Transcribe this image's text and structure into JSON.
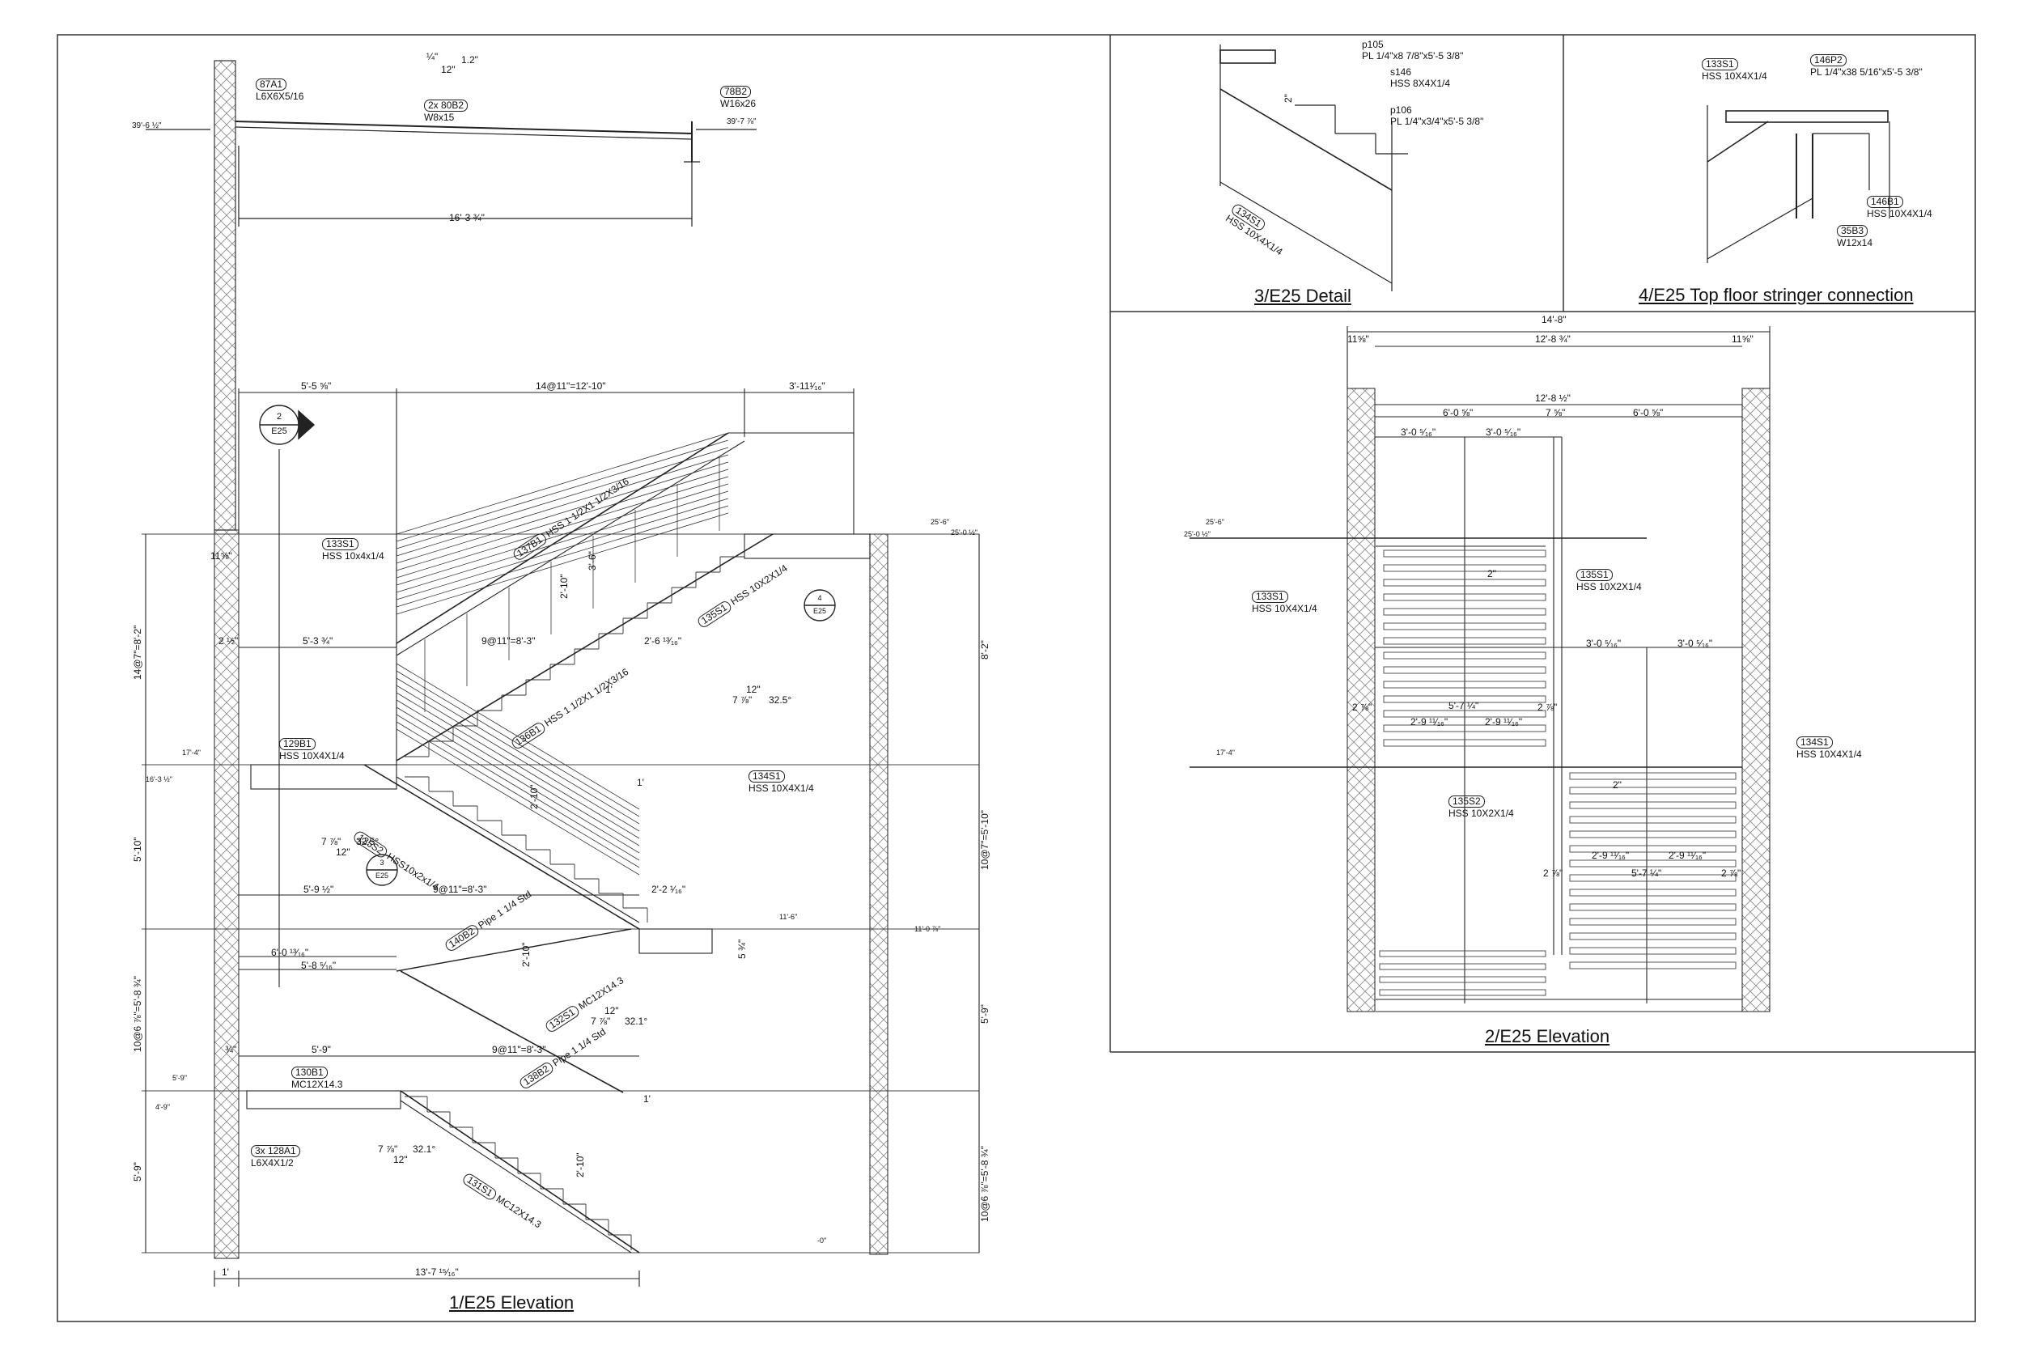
{
  "titles": {
    "elev1": "1/E25 Elevation",
    "detail3": "3/E25 Detail",
    "detail4": "4/E25 Top floor stringer connection",
    "elev2": "2/E25 Elevation"
  },
  "top_beam": {
    "slope_v": "¼\"",
    "slope_h": "12\"",
    "slope_val": "1.2\"",
    "tag_left": "87A1",
    "tag_left_sub": "L6X6X5/16",
    "tag_mid": "2x 80B2",
    "tag_mid_sub": "W8x15",
    "tag_right": "78B2",
    "tag_right_sub": "W16x26",
    "elev_left": "39'-6 ½\"",
    "elev_right": "39'-7 ⅞\"",
    "span": "16'-3 ¾\""
  },
  "elev1": {
    "dims_top": [
      "5'-5 ⅝\"",
      "14@11\"=12'-10\"",
      "3'-11¹⁄₁₆\""
    ],
    "bubble2_num": "2",
    "bubble2_sheet": "E25",
    "bubble4_num": "4",
    "bubble4_sheet": "E25",
    "bubble3_num": "3",
    "bubble3_sheet": "E25",
    "wall_dim": "11⅝\"",
    "tags": {
      "t133S1": "133S1",
      "t133S1_sub": "HSS 10x4x1/4",
      "t137B1": "137B1",
      "t137B1_sub": "HSS 1 1/2X1 1/2X3/16",
      "t135S1": "135S1",
      "t135S1_sub": "HSS 10X2X1/4",
      "t136B1": "136B1",
      "t136B1_sub": "HSS 1 1/2X1 1/2X3/16",
      "t129B1": "129B1",
      "t129B1_sub": "HSS 10X4X1/4",
      "t134S1": "134S1",
      "t134S1_sub": "HSS 10X4X1/4",
      "t135S2": "135S2",
      "t135S2_sub": "HSS10x2x1/4",
      "t140B2": "140B2",
      "t140B2_sub": "Pipe 1 1/4 Std",
      "t132S1": "132S1",
      "t132S1_sub": "MC12X14.3",
      "t130B1": "130B1",
      "t130B1_sub": "MC12X14.3",
      "t138B2": "138B2",
      "t138B2_sub": "Pipe 1 1/4 Std",
      "t128A1": "3x 128A1",
      "t128A1_sub": "L6X4X1/2",
      "t131S1": "131S1",
      "t131S1_sub": "MC12X14.3"
    },
    "elevs": [
      "25'-6\"",
      "25'-0 ½\"",
      "17'-4\"",
      "16'-3 ½\"",
      "11'-6\"",
      "11'-0 ⅞\"",
      "5'-9\"",
      "4'-9\"",
      "-0\""
    ],
    "dims": {
      "left_14": "14@7\"=8'-2\"",
      "left_5_10": "5'-10\"",
      "left_10": "10@6 ⅞\"=5'-8 ¾\"",
      "left_5_9": "5'-9\"",
      "right_8_2": "8'-2\"",
      "right_10": "10@7\"=5'-10\"",
      "right_5_9": "5'-9\"",
      "right_10b": "10@6 ⅞\"=5'-8 ¾\"",
      "d_2_5": "2 ½\"",
      "d_5_3": "5'-3 ¾\"",
      "d_9at11": "9@11\"=8'-3\"",
      "d_2_6": "2'-6 ¹³⁄₁₆\"",
      "d_2_10a": "2'-10\"",
      "d_3_6": "3'-6\"",
      "d_1a": "1'",
      "d_1b": "1'",
      "d_2_2": "2'-2 ¹⁄₁₆\"",
      "d_5_9_5": "5'-9 ½\"",
      "d_9at11b": "9@11\"=8'-3\"",
      "d_6_0": "6'-0 ¹³⁄₁₆\"",
      "d_5_8": "5'-8 ⁵⁄₁₆\"",
      "d_2_10b": "2'-10\"",
      "d_5_3b": "5 ¾\"",
      "d_34": "¾\"",
      "d_5_9b": "5'-9\"",
      "d_9at11c": "9@11\"=8'-3\"",
      "d_1c": "1'",
      "d_2_10c": "2'-10\"",
      "d_1d": "1'",
      "d_13_7": "13'-7 ¹⁵⁄₁₆\"",
      "d_2_10d": "2'-10\""
    },
    "slopes": [
      {
        "rise": "7 ⅞\"",
        "run": "12\"",
        "angle": "32.5°"
      },
      {
        "rise": "7 ⅞\"",
        "run": "12\"",
        "angle": "32.5°"
      },
      {
        "rise": "7 ⅞\"",
        "run": "12\"",
        "angle": "32.1°"
      },
      {
        "rise": "7 ⅞\"",
        "run": "12\"",
        "angle": "32.1°"
      }
    ]
  },
  "detail3": {
    "dim": "2\"",
    "p105": "p105",
    "p105_sub": "PL 1/4\"x8 7/8\"x5'-5 3/8\"",
    "s146": "s146",
    "s146_sub": "HSS 8X4X1/4",
    "p106": "p106",
    "p106_sub": "PL 1/4\"x3/4\"x5'-5 3/8\"",
    "t134S1": "134S1",
    "t134S1_sub": "HSS 10X4X1/4"
  },
  "detail4": {
    "t133S1": "133S1",
    "t133S1_sub": "HSS 10X4X1/4",
    "t146P2": "146P2",
    "t146P2_sub": "PL 1/4\"x38 5/16\"x5'-5 3/8\"",
    "t146B1": "146B1",
    "t146B1_sub": "HSS 10X4X1/4",
    "t35B3": "35B3",
    "t35B3_sub": "W12x14"
  },
  "elev2": {
    "overall": "14'-8\"",
    "d_left": "11⅝\"",
    "d_mid": "12'-8 ¾\"",
    "d_right": "11⅝\"",
    "d_12_8": "12'-8 ½\"",
    "d_6_0a": "6'-0 ⅝\"",
    "d_7_5": "7 ⅝\"",
    "d_6_0b": "6'-0 ⅝\"",
    "d_3_0a": "3'-0 ⁵⁄₁₆\"",
    "d_3_0b": "3'-0 ⁵⁄₁₆\"",
    "d_3_0c": "3'-0 ⁵⁄₁₆\"",
    "d_3_0d": "3'-0 ⁵⁄₁₆\"",
    "d_2": "2\"",
    "d_2_5a": "2 ⅞\"",
    "d_5_7a": "5'-7 ¼\"",
    "d_2_9a": "2'-9 ¹¹⁄₁₆\"",
    "d_2_9b": "2'-9 ¹¹⁄₁₆\"",
    "d_2_5b": "2 ⅞\"",
    "d_2_5c": "2 ⅞\"",
    "d_5_7b": "5'-7 ¼\"",
    "d_2_9c": "2'-9 ¹¹⁄₁₆\"",
    "d_2_9d": "2'-9 ¹¹⁄₁₆\"",
    "d_2_5d": "2 ⅞\"",
    "d_2b": "2\"",
    "elevs": [
      "25'-6\"",
      "25'-0 ½\"",
      "17'-4\""
    ],
    "t133S1": "133S1",
    "t133S1_sub": "HSS 10X4X1/4",
    "t135S1": "135S1",
    "t135S1_sub": "HSS 10X2X1/4",
    "t134S1": "134S1",
    "t134S1_sub": "HSS 10X4X1/4",
    "t135S2": "135S2",
    "t135S2_sub": "HSS 10X2X1/4"
  }
}
